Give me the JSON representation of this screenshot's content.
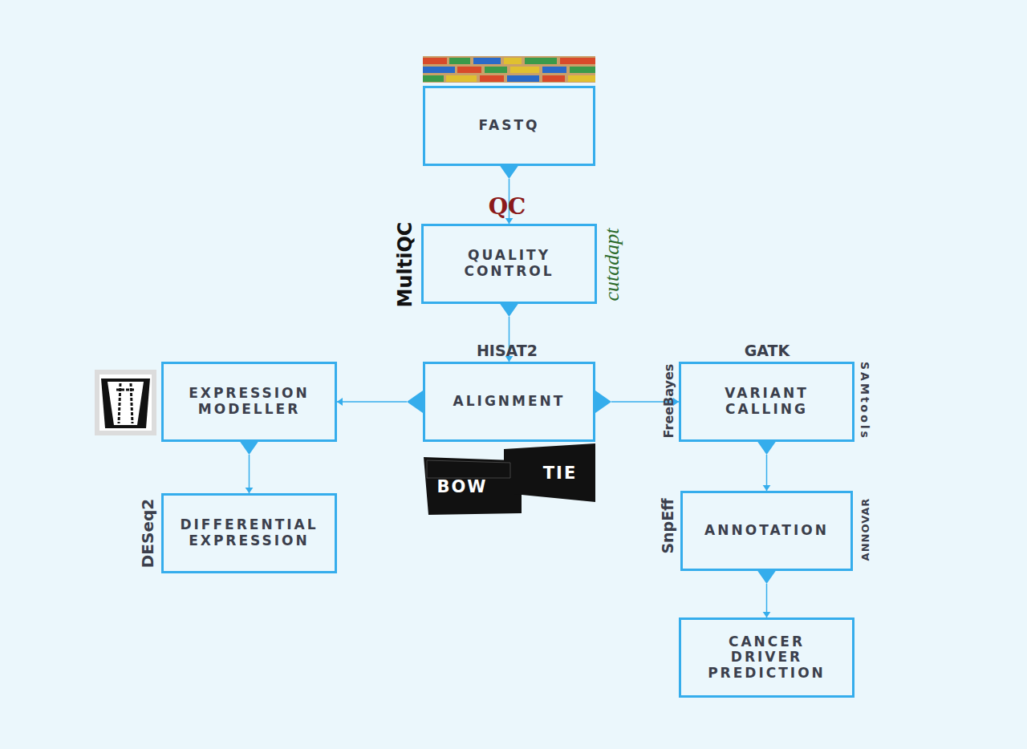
{
  "diagram": {
    "nodes": [
      {
        "text": [
          "FASTQ"
        ]
      },
      {
        "text": [
          "QUALITY CONTROL"
        ]
      },
      {
        "text": [
          "ALIGNMENT"
        ]
      },
      {
        "text": [
          "EXPRESSION MODELLER"
        ]
      },
      {
        "text": [
          "DIFFERENTIAL EXPRESSION"
        ]
      },
      {
        "text": [
          "VARIANT CALLING"
        ]
      },
      {
        "text": [
          "ANNOTATION"
        ]
      },
      {
        "text": [
          "CANCER DRIVER PREDICTION"
        ]
      }
    ],
    "edges": [
      {
        "from": 0,
        "to": 1,
        "arrow": "to"
      },
      {
        "from": 1,
        "to": 2,
        "arrow": "to"
      },
      {
        "from": 2,
        "to": 3,
        "arrow": "to"
      },
      {
        "from": 2,
        "to": 5,
        "arrow": "to"
      },
      {
        "from": 3,
        "to": 4,
        "arrow": "to"
      },
      {
        "from": 5,
        "to": 6,
        "arrow": "to"
      },
      {
        "from": 6,
        "to": 7,
        "arrow": "to"
      }
    ],
    "labels": [
      "QC",
      "MultiQC",
      "cutadapt",
      "HISAT2",
      "GATK",
      "FreeBayes",
      "SAMtools",
      "BOW",
      "TIE",
      "DESeq2",
      "SnpEff",
      "ANNOVAR"
    ]
  }
}
